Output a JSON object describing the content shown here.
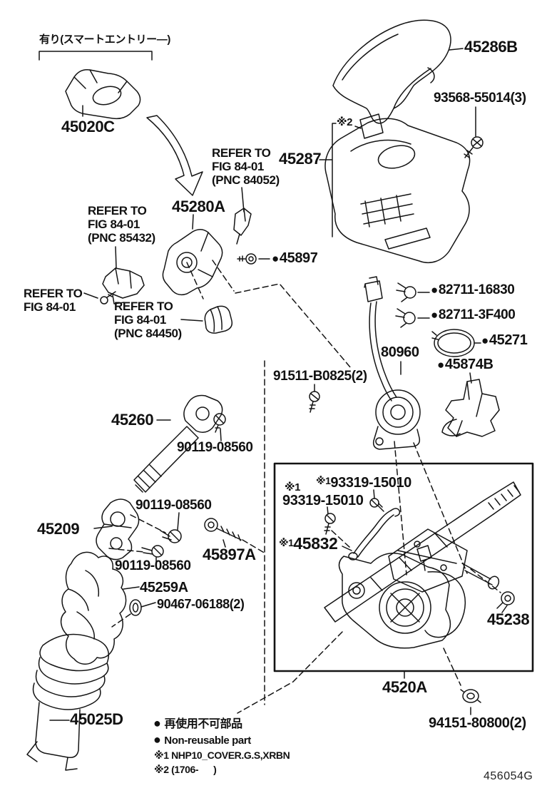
{
  "diagram": {
    "note_top": "有り(スマートエントリー―)",
    "figure_code": "456054G"
  },
  "glyphs": {
    "non_reusable_bullet": "●",
    "ref_marker_1": "※1",
    "ref_marker_2": "※2"
  },
  "labels": {
    "p45020C": "45020C",
    "p45286B": "45286B",
    "p93568": "93568-55014(3)",
    "p45287": "45287",
    "refer_pnc84052": "REFER TO\nFIG 84-01\n(PNC 84052)",
    "p45280A": "45280A",
    "refer_pnc85432": "REFER TO\nFIG 84-01\n(PNC 85432)",
    "p45897": "45897",
    "refer_fig8401": "REFER TO\nFIG 84-01",
    "refer_pnc84450": "REFER TO\nFIG 84-01\n(PNC 84450)",
    "p82711_16830": "82711-16830",
    "p82711_3F400": "82711-3F400",
    "p45271": "45271",
    "p45874B": "45874B",
    "p80960": "80960",
    "p91511": "91511-B0825(2)",
    "p45260": "45260",
    "p90119_top": "90119-08560",
    "p90119_mid": "90119-08560",
    "p45209": "45209",
    "p90119_low": "90119-08560",
    "p45897A": "45897A",
    "p45259A": "45259A",
    "p90467": "90467-06188(2)",
    "p45025D": "45025D",
    "p93319_top": "93319-15010",
    "p93319_left": "93319-15010",
    "p45832": "45832",
    "p45238": "45238",
    "p4520A": "4520A",
    "p94151": "94151-80800(2)"
  },
  "legend": {
    "nonreusable_jp": "再使用不可部品",
    "nonreusable_en": "Non-reusable part",
    "note1": "※1 NHP10_COVER.G.S,XRBN",
    "note2": "※2 (1706-      )"
  }
}
